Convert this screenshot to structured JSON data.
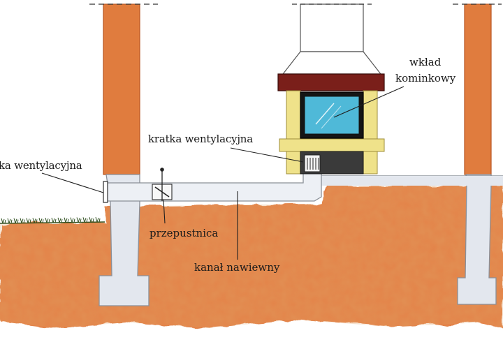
{
  "labels": {
    "insert": [
      "wkład",
      "kominkowy"
    ],
    "grate_right": "kratka wentylacyjna",
    "grate_left": "ka wentylacyjna",
    "damper": "przepustnica",
    "duct": "kanał nawiewny"
  },
  "colors": {
    "ground": "#e3834a",
    "ground_dark": "#cf6a33",
    "brick": "#e07c3e",
    "brick_dark": "#b85420",
    "concrete": "#e3e7ee",
    "concrete_edge": "#8a8f98",
    "duct": "#edf0f5",
    "hood_top": "#7a1f1a",
    "frame": "#efe28a",
    "frame_edge": "#9c8c3a",
    "glass": "#4fb9d8",
    "firebox": "#3a3a3a",
    "grass": "#2f4f1f",
    "outline": "#2b2b2b"
  }
}
